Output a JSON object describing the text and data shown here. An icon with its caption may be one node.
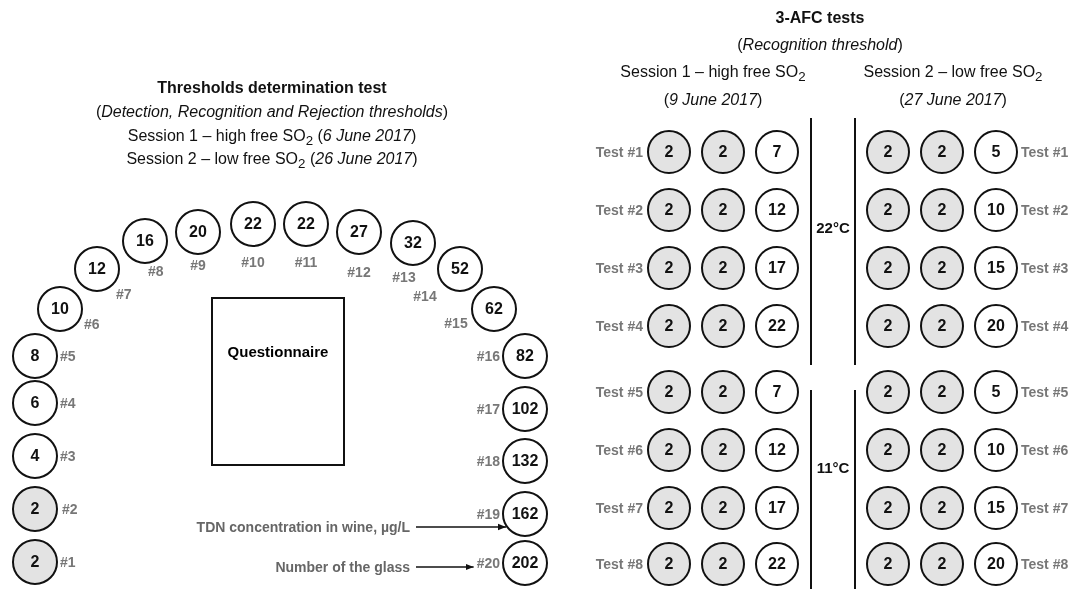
{
  "diagram": {
    "nodes": [
      {
        "text": [
          "2"
        ],
        "beside": [
          "#1"
        ]
      },
      {
        "text": [
          "2"
        ],
        "beside": [
          "#2"
        ]
      },
      {
        "text": [
          "4"
        ],
        "beside": [
          "#3"
        ]
      },
      {
        "text": [
          "6"
        ],
        "beside": [
          "#4"
        ]
      },
      {
        "text": [
          "8"
        ],
        "beside": [
          "#5"
        ]
      },
      {
        "text": [
          "10"
        ],
        "beside": [
          "#6"
        ]
      },
      {
        "text": [
          "12"
        ],
        "beside": [
          "#7"
        ]
      },
      {
        "text": [
          "16"
        ],
        "beside": [
          "#8"
        ]
      },
      {
        "text": [
          "20"
        ],
        "beside": [
          "#9"
        ]
      },
      {
        "text": [
          "22"
        ],
        "beside": [
          "#10"
        ]
      },
      {
        "text": [
          "22"
        ],
        "beside": [
          "#11"
        ]
      },
      {
        "text": [
          "27"
        ],
        "beside": [
          "#12"
        ]
      },
      {
        "text": [
          "32"
        ],
        "beside": [
          "#13"
        ]
      },
      {
        "text": [
          "52"
        ],
        "beside": [
          "#14"
        ]
      },
      {
        "text": [
          "62"
        ],
        "beside": [
          "#15"
        ]
      },
      {
        "text": [
          "82"
        ],
        "beside": [
          "#16"
        ]
      },
      {
        "text": [
          "102"
        ],
        "beside": [
          "#17"
        ]
      },
      {
        "text": [
          "132"
        ],
        "beside": [
          "#18"
        ]
      },
      {
        "text": [
          "162"
        ],
        "beside": [
          "#19"
        ]
      },
      {
        "text": [
          "202"
        ],
        "beside": [
          "#20"
        ]
      },
      {
        "text": [
          "Questionnaire"
        ]
      },
      {
        "text": [
          "TDN concentration in wine, µg/L"
        ]
      },
      {
        "text": [
          "Number of the glass"
        ]
      },
      {
        "text": [
          "2"
        ],
        "beside": [
          "Test #1"
        ]
      },
      {
        "text": [
          "2"
        ]
      },
      {
        "text": [
          "7"
        ]
      },
      {
        "text": [
          "2"
        ]
      },
      {
        "text": [
          "2"
        ]
      },
      {
        "text": [
          "5"
        ],
        "beside": [
          "Test #1"
        ]
      },
      {
        "text": [
          "2"
        ],
        "beside": [
          "Test #2"
        ]
      },
      {
        "text": [
          "2"
        ]
      },
      {
        "text": [
          "12"
        ]
      },
      {
        "text": [
          "2"
        ]
      },
      {
        "text": [
          "2"
        ]
      },
      {
        "text": [
          "10"
        ],
        "beside": [
          "Test #2"
        ]
      },
      {
        "text": [
          "2"
        ],
        "beside": [
          "Test #3"
        ]
      },
      {
        "text": [
          "2"
        ]
      },
      {
        "text": [
          "17"
        ]
      },
      {
        "text": [
          "2"
        ]
      },
      {
        "text": [
          "2"
        ]
      },
      {
        "text": [
          "15"
        ],
        "beside": [
          "Test #3"
        ]
      },
      {
        "text": [
          "2"
        ],
        "beside": [
          "Test #4"
        ]
      },
      {
        "text": [
          "2"
        ]
      },
      {
        "text": [
          "22"
        ]
      },
      {
        "text": [
          "2"
        ]
      },
      {
        "text": [
          "2"
        ]
      },
      {
        "text": [
          "20"
        ],
        "beside": [
          "Test #4"
        ]
      },
      {
        "text": [
          "2"
        ],
        "beside": [
          "Test #5"
        ]
      },
      {
        "text": [
          "2"
        ]
      },
      {
        "text": [
          "7"
        ]
      },
      {
        "text": [
          "2"
        ]
      },
      {
        "text": [
          "2"
        ]
      },
      {
        "text": [
          "5"
        ],
        "beside": [
          "Test #5"
        ]
      },
      {
        "text": [
          "2"
        ],
        "beside": [
          "Test #6"
        ]
      },
      {
        "text": [
          "2"
        ]
      },
      {
        "text": [
          "12"
        ]
      },
      {
        "text": [
          "2"
        ]
      },
      {
        "text": [
          "2"
        ]
      },
      {
        "text": [
          "10"
        ],
        "beside": [
          "Test #6"
        ]
      },
      {
        "text": [
          "2"
        ],
        "beside": [
          "Test #7"
        ]
      },
      {
        "text": [
          "2"
        ]
      },
      {
        "text": [
          "17"
        ]
      },
      {
        "text": [
          "2"
        ]
      },
      {
        "text": [
          "2"
        ]
      },
      {
        "text": [
          "15"
        ],
        "beside": [
          "Test #7"
        ]
      },
      {
        "text": [
          "2"
        ],
        "beside": [
          "Test #8"
        ]
      },
      {
        "text": [
          "2"
        ]
      },
      {
        "text": [
          "22"
        ]
      },
      {
        "text": [
          "2"
        ]
      },
      {
        "text": [
          "2"
        ]
      },
      {
        "text": [
          "20"
        ],
        "beside": [
          "Test #8"
        ]
      }
    ],
    "edges": [
      {
        "from": 21,
        "to": 18,
        "arrow": "to"
      },
      {
        "from": 22,
        "to": 19,
        "arrow": "to"
      }
    ],
    "labels": [
      "3-AFC tests",
      "(*Recognition threshold*)",
      "Session 1 – high free SO$_{2}$",
      "Session 2 – low free SO$_{2}$",
      "(*9 June 2017*)",
      "(*27 June 2017*)",
      "Thresholds determination test",
      "(*Detection, Recognition and Rejection thresholds*)",
      "Session 1 – high free SO$_{2}$ (*6 June 2017*)",
      "Session 2 – low free SO$_{2}$ (*26 June 2017*)",
      "22°C",
      "11°C"
    ]
  }
}
